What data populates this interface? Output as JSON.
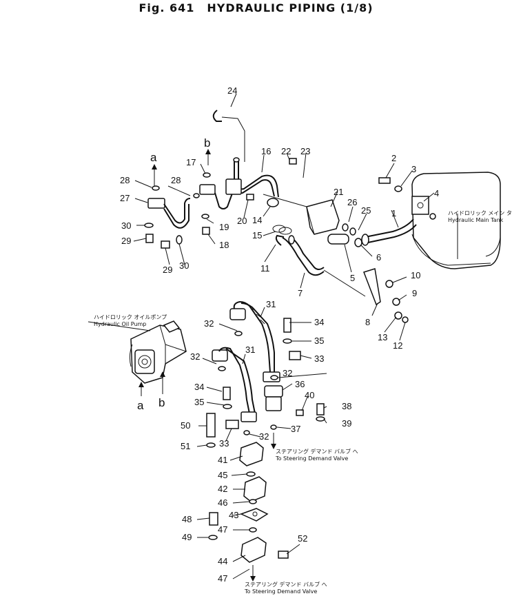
{
  "figure": {
    "prefix": "Fig. 641",
    "title": "HYDRAULIC PIPING",
    "fraction": "(1/8)"
  },
  "notes": {
    "pump_jp": "ハイドロリック オイルポンプ",
    "pump_en": "Hydraulic Oil Pump",
    "tank_jp": "ハイドロリック メイン タンク",
    "tank_en": "Hydraulic Main Tank",
    "steer1_jp": "ステアリング デマンド バルブ へ",
    "steer1_en": "To Steering Demand Valve",
    "steer2_jp": "ステアリング デマンド バルブ へ",
    "steer2_en": "To Steering Demand Valve"
  },
  "refs": {
    "a_top": "a",
    "b_top": "b",
    "a_bottom": "a",
    "b_bottom": "b"
  },
  "callouts": [
    {
      "id": "p1",
      "num": "1"
    },
    {
      "id": "p2",
      "num": "2"
    },
    {
      "id": "p3",
      "num": "3"
    },
    {
      "id": "p4",
      "num": "4"
    },
    {
      "id": "p5",
      "num": "5"
    },
    {
      "id": "p6",
      "num": "6"
    },
    {
      "id": "p7",
      "num": "7"
    },
    {
      "id": "p8",
      "num": "8"
    },
    {
      "id": "p9",
      "num": "9"
    },
    {
      "id": "p10",
      "num": "10"
    },
    {
      "id": "p11",
      "num": "11"
    },
    {
      "id": "p12",
      "num": "12"
    },
    {
      "id": "p13",
      "num": "13"
    },
    {
      "id": "p14",
      "num": "14"
    },
    {
      "id": "p15",
      "num": "15"
    },
    {
      "id": "p16",
      "num": "16"
    },
    {
      "id": "p17",
      "num": "17"
    },
    {
      "id": "p18",
      "num": "18"
    },
    {
      "id": "p19",
      "num": "19"
    },
    {
      "id": "p20",
      "num": "20"
    },
    {
      "id": "p21",
      "num": "21"
    },
    {
      "id": "p22",
      "num": "22"
    },
    {
      "id": "p23",
      "num": "23"
    },
    {
      "id": "p24",
      "num": "24"
    },
    {
      "id": "p25",
      "num": "25"
    },
    {
      "id": "p26",
      "num": "26"
    },
    {
      "id": "p27",
      "num": "27"
    },
    {
      "id": "p28a",
      "num": "28"
    },
    {
      "id": "p28b",
      "num": "28"
    },
    {
      "id": "p29a",
      "num": "29"
    },
    {
      "id": "p29b",
      "num": "29"
    },
    {
      "id": "p30a",
      "num": "30"
    },
    {
      "id": "p30b",
      "num": "30"
    },
    {
      "id": "p31a",
      "num": "31"
    },
    {
      "id": "p31b",
      "num": "31"
    },
    {
      "id": "p32a",
      "num": "32"
    },
    {
      "id": "p32b",
      "num": "32"
    },
    {
      "id": "p32c",
      "num": "32"
    },
    {
      "id": "p32d",
      "num": "32"
    },
    {
      "id": "p33a",
      "num": "33"
    },
    {
      "id": "p33b",
      "num": "33"
    },
    {
      "id": "p34a",
      "num": "34"
    },
    {
      "id": "p34b",
      "num": "34"
    },
    {
      "id": "p35a",
      "num": "35"
    },
    {
      "id": "p35b",
      "num": "35"
    },
    {
      "id": "p36",
      "num": "36"
    },
    {
      "id": "p37",
      "num": "37"
    },
    {
      "id": "p38",
      "num": "38"
    },
    {
      "id": "p39",
      "num": "39"
    },
    {
      "id": "p40",
      "num": "40"
    },
    {
      "id": "p41",
      "num": "41"
    },
    {
      "id": "p42",
      "num": "42"
    },
    {
      "id": "p43",
      "num": "43"
    },
    {
      "id": "p44",
      "num": "44"
    },
    {
      "id": "p45",
      "num": "45"
    },
    {
      "id": "p46",
      "num": "46"
    },
    {
      "id": "p47a",
      "num": "47"
    },
    {
      "id": "p47b",
      "num": "47"
    },
    {
      "id": "p48",
      "num": "48"
    },
    {
      "id": "p49",
      "num": "49"
    },
    {
      "id": "p50",
      "num": "50"
    },
    {
      "id": "p51",
      "num": "51"
    },
    {
      "id": "p52",
      "num": "52"
    }
  ]
}
